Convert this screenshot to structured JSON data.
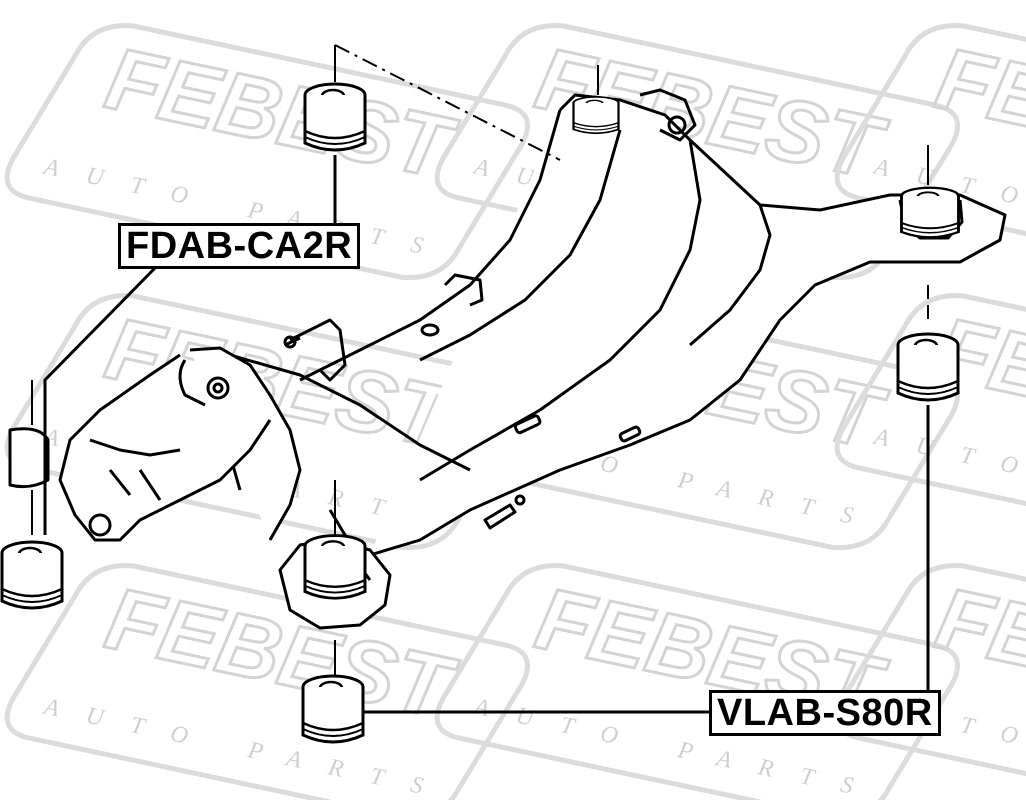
{
  "watermark": {
    "brand": "FEBEST",
    "sub": "AUTO PARTS"
  },
  "labels": [
    {
      "id": "label-1",
      "text": "FDAB-CA2R"
    },
    {
      "id": "label-2",
      "text": "VLAB-S80R"
    }
  ]
}
